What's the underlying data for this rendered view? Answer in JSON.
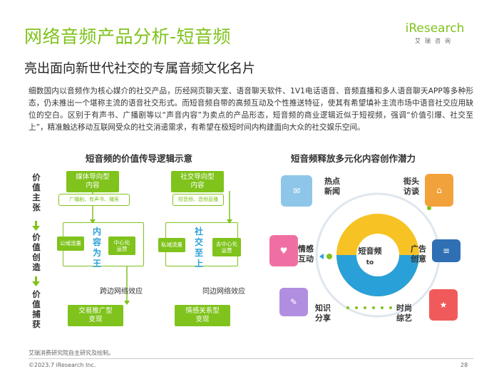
{
  "header": {
    "title": "网络音频产品分析-短音频",
    "subtitle": "亮出面向新世代社交的专属音频文化名片",
    "logo_word": "iResearch",
    "logo_cn": "艾瑞咨询"
  },
  "intro": "细数国内以音频作为核心媒介的社交产品，历经网页聊天室、语音聊天软件、1V1电话语音、音频直播和多人语音聊天APP等多种形态，仍未推出一个堪称主流的语音社交形式。而短音频自带的高频互动及个性推送特征，使其有希望填补主流市场中语音社交应用缺位的空白。区别于有声书、广播剧等以“声音内容”为卖点的产品形态，短音频的商业逻辑近似于短视频，强调“价值引爆、社交至上”，精准触达移动互联网受众的社交消遣需求，有希望在极短时间内构建面向大众的社交娱乐空间。",
  "left_diagram": {
    "title": "短音频的价值传导逻辑示意",
    "side_labels": [
      "价值主张",
      "价值创造",
      "价值捕获"
    ],
    "col1": {
      "top": "媒体导向型\n内容",
      "examples": "广播剧、有声书、播客",
      "left": "公域流量",
      "center": "内容为王",
      "right": "中心化\n运营",
      "effect": "跨边网络效应",
      "bottom": "交易推广型\n变现"
    },
    "col2": {
      "top": "社交导向型\n内容",
      "examples": "短音频、音频直播",
      "left": "私域流量",
      "center": "社交至上",
      "right": "去中心化\n运营",
      "effect": "同边网络效应",
      "bottom": "情感关系型\n变现"
    }
  },
  "right_diagram": {
    "title": "短音频释放多元化内容创作潜力",
    "center": [
      "短音频",
      "to"
    ],
    "nodes": [
      {
        "label": "热点\n新闻"
      },
      {
        "label": "街头\n访谈"
      },
      {
        "label": "情感\n互动"
      },
      {
        "label": "广告\n创意"
      },
      {
        "label": "知识\n分享"
      },
      {
        "label": "时尚\n综艺"
      }
    ],
    "icons": [
      "news-icon",
      "shop-icon",
      "heart-icon",
      "news-board-icon",
      "book-icon",
      "fashion-icon"
    ]
  },
  "footer": {
    "source": "艾瑞消费研究院自主研究及绘制。",
    "copyright": "©2023.7 iResearch Inc.",
    "page": "28"
  },
  "colors": {
    "accent": "#7fc31c",
    "blue": "#2aa0d8",
    "yellow": "#f7c324"
  }
}
